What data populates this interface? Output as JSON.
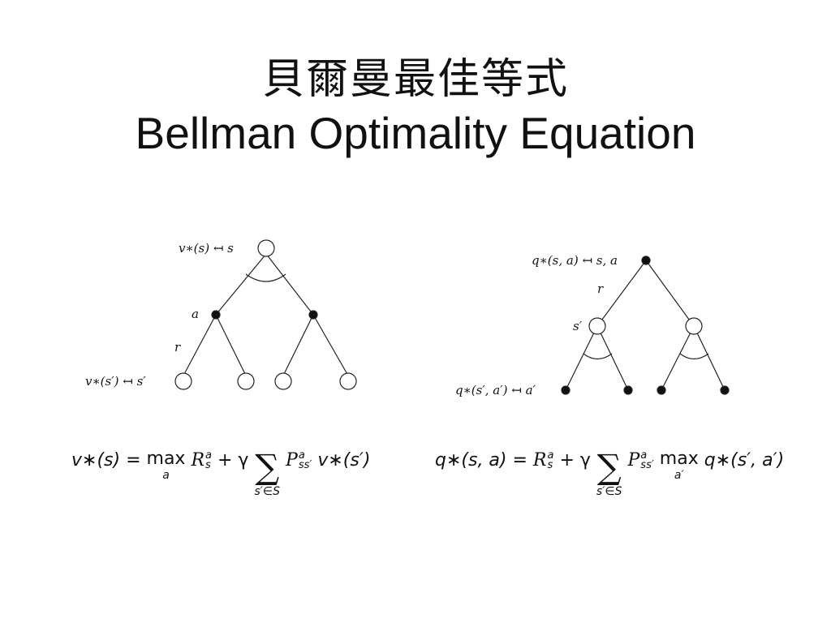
{
  "title": {
    "zh": "貝爾曼最佳等式",
    "en": "Bellman Optimality Equation"
  },
  "left_tree": {
    "root_label": "v∗(s) ↤ s",
    "action_label": "a",
    "reward_label": "r",
    "leaf_label": "v∗(s′) ↤ s′"
  },
  "right_tree": {
    "root_label": "q∗(s, a) ↤ s, a",
    "reward_label": "r",
    "state_label": "s′",
    "leaf_label": "q∗(s′, a′) ↤ a′"
  },
  "left_equation": {
    "lhs": "v∗(s) =",
    "max": "max",
    "max_sub": "a",
    "reward": "R",
    "reward_sup": "a",
    "reward_sub": "s",
    "plus_gamma": "+ γ",
    "sum": "∑",
    "sum_sub": "s′∈S",
    "trans": "P",
    "trans_sup": "a",
    "trans_sub": "ss′",
    "tail": "v∗(s′)"
  },
  "right_equation": {
    "lhs": "q∗(s, a) =",
    "reward": "R",
    "reward_sup": "a",
    "reward_sub": "s",
    "plus_gamma": "+ γ",
    "sum": "∑",
    "sum_sub": "s′∈S",
    "trans": "P",
    "trans_sup": "a",
    "trans_sub": "ss′",
    "max": "max",
    "max_sub": "a′",
    "tail": "q∗(s′, a′)"
  }
}
